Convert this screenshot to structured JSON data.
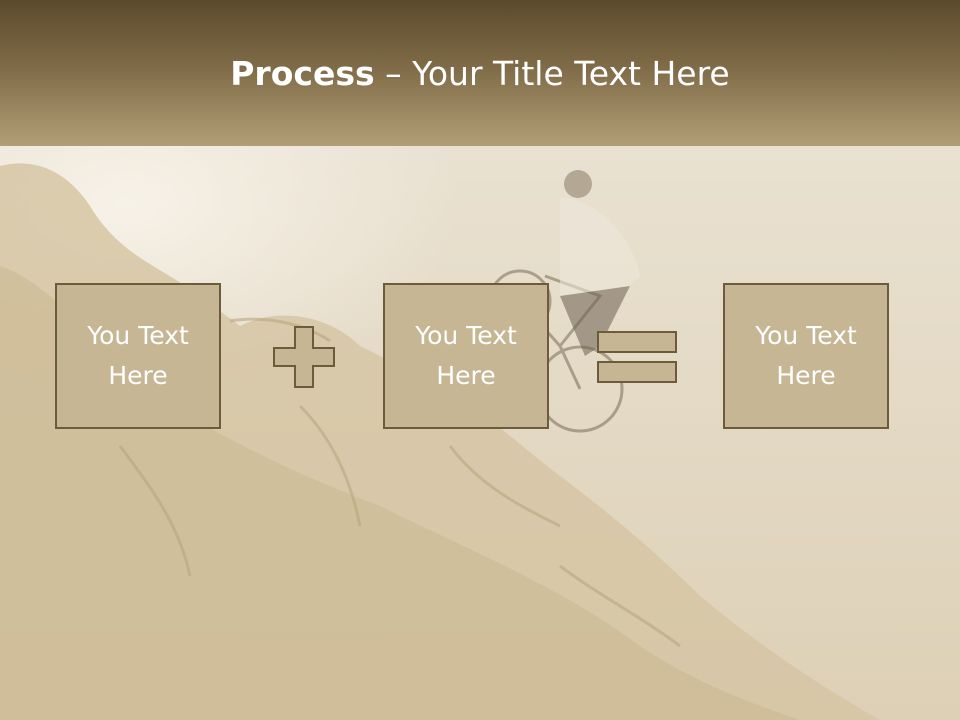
{
  "title": {
    "bold": "Process",
    "separator": " – ",
    "rest": "Your Title Text Here"
  },
  "boxes": [
    {
      "text": "You Text Here"
    },
    {
      "text": "You Text Here"
    },
    {
      "text": "You Text Here"
    }
  ],
  "operators": [
    "plus-icon",
    "equals-icon"
  ],
  "colors": {
    "header_dark": "#5b4a2c",
    "header_light": "#b29e76",
    "box_fill": "#c7b693",
    "box_border": "#6d5c3c"
  }
}
